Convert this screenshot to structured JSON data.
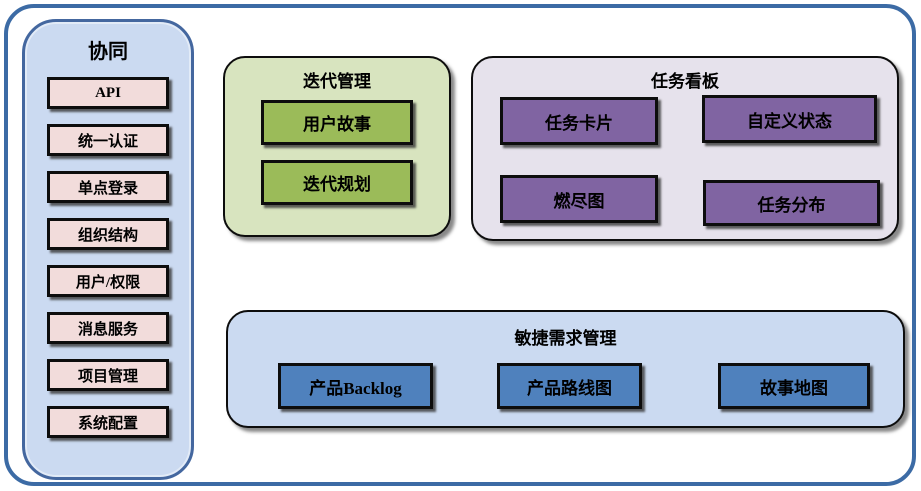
{
  "sidebar": {
    "title": "协同",
    "items": [
      {
        "label": "API",
        "name": "sidebar-item-api"
      },
      {
        "label": "统一认证",
        "name": "sidebar-item-unified-auth"
      },
      {
        "label": "单点登录",
        "name": "sidebar-item-sso"
      },
      {
        "label": "组织结构",
        "name": "sidebar-item-org-structure"
      },
      {
        "label": "用户/权限",
        "name": "sidebar-item-user-permissions"
      },
      {
        "label": "消息服务",
        "name": "sidebar-item-message-service"
      },
      {
        "label": "项目管理",
        "name": "sidebar-item-project-management"
      },
      {
        "label": "系统配置",
        "name": "sidebar-item-system-config"
      }
    ]
  },
  "groups": {
    "iteration": {
      "title": "迭代管理",
      "items": [
        {
          "label": "用户故事",
          "name": "card-user-story"
        },
        {
          "label": "迭代规划",
          "name": "card-iteration-planning"
        }
      ]
    },
    "taskboard": {
      "title": "任务看板",
      "items": [
        {
          "label": "任务卡片",
          "name": "card-task-card"
        },
        {
          "label": "自定义状态",
          "name": "card-custom-status"
        },
        {
          "label": "燃尽图",
          "name": "card-burndown-chart"
        },
        {
          "label": "任务分布",
          "name": "card-task-distribution"
        }
      ]
    },
    "requirements": {
      "title": "敏捷需求管理",
      "items": [
        {
          "label": "产品Backlog",
          "name": "card-product-backlog"
        },
        {
          "label": "产品路线图",
          "name": "card-product-roadmap"
        },
        {
          "label": "故事地图",
          "name": "card-story-map"
        }
      ]
    }
  },
  "colors": {
    "frame_border": "#3c6ba5",
    "sidebar_fill": "#cbdaf1",
    "sidebar_border": "#44679f",
    "pink_item": "#f2dcdb",
    "green_container": "#d8e4bf",
    "green_item": "#9bbb59",
    "purple_container": "#e6e2ec",
    "purple_item": "#8064a2",
    "blue_container": "#cbdaf1",
    "blue_item": "#4f81bd"
  }
}
